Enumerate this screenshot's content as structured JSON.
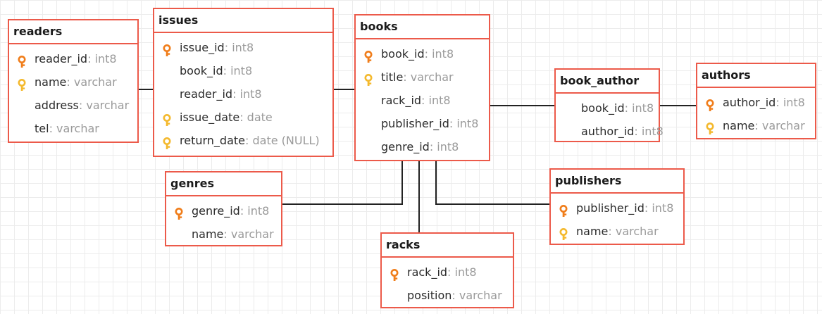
{
  "colors": {
    "border": "#ec5a4a",
    "primary_key": "#f07d1a",
    "index_key": "#f4b92e",
    "connector": "#222222",
    "type_text": "#9a9a9a"
  },
  "entities": {
    "readers": {
      "name": "readers",
      "fields": [
        {
          "name": "reader_id",
          "sep": ": ",
          "type": "int8",
          "key": "primary-key-icon"
        },
        {
          "name": "name",
          "sep": ": ",
          "type": "varchar",
          "key": "index-key-icon"
        },
        {
          "name": "address",
          "sep": ": ",
          "type": "varchar",
          "key": ""
        },
        {
          "name": "tel",
          "sep": ": ",
          "type": "varchar",
          "key": ""
        }
      ]
    },
    "issues": {
      "name": "issues",
      "fields": [
        {
          "name": "issue_id",
          "sep": ": ",
          "type": "int8",
          "key": "primary-key-icon"
        },
        {
          "name": "book_id",
          "sep": ": ",
          "type": "int8",
          "key": ""
        },
        {
          "name": "reader_id",
          "sep": ": ",
          "type": "int8",
          "key": ""
        },
        {
          "name": "issue_date",
          "sep": ": ",
          "type": "date",
          "key": "index-key-icon"
        },
        {
          "name": "return_date",
          "sep": ": ",
          "type": "date (NULL)",
          "key": "index-key-icon"
        }
      ]
    },
    "books": {
      "name": "books",
      "fields": [
        {
          "name": "book_id",
          "sep": ": ",
          "type": "int8",
          "key": "primary-key-icon"
        },
        {
          "name": "title",
          "sep": ": ",
          "type": "varchar",
          "key": "index-key-icon"
        },
        {
          "name": "rack_id",
          "sep": ": ",
          "type": "int8",
          "key": ""
        },
        {
          "name": "publisher_id",
          "sep": ": ",
          "type": "int8",
          "key": ""
        },
        {
          "name": "genre_id",
          "sep": ": ",
          "type": "int8",
          "key": ""
        }
      ]
    },
    "book_author": {
      "name": "book_author",
      "fields": [
        {
          "name": "book_id",
          "sep": ": ",
          "type": "int8",
          "key": ""
        },
        {
          "name": "author_id",
          "sep": ": ",
          "type": "int8",
          "key": ""
        }
      ]
    },
    "authors": {
      "name": "authors",
      "fields": [
        {
          "name": "author_id",
          "sep": ": ",
          "type": "int8",
          "key": "primary-key-icon"
        },
        {
          "name": "name",
          "sep": ": ",
          "type": "varchar",
          "key": "index-key-icon"
        }
      ]
    },
    "genres": {
      "name": "genres",
      "fields": [
        {
          "name": "genre_id",
          "sep": ": ",
          "type": "int8",
          "key": "primary-key-icon"
        },
        {
          "name": "name",
          "sep": ": ",
          "type": "varchar",
          "key": ""
        }
      ]
    },
    "racks": {
      "name": "racks",
      "fields": [
        {
          "name": "rack_id",
          "sep": ": ",
          "type": "int8",
          "key": "primary-key-icon"
        },
        {
          "name": "position",
          "sep": ": ",
          "type": "varchar",
          "key": ""
        }
      ]
    },
    "publishers": {
      "name": "publishers",
      "fields": [
        {
          "name": "publisher_id",
          "sep": ": ",
          "type": "int8",
          "key": "primary-key-icon"
        },
        {
          "name": "name",
          "sep": ": ",
          "type": "varchar",
          "key": "index-key-icon"
        }
      ]
    }
  }
}
